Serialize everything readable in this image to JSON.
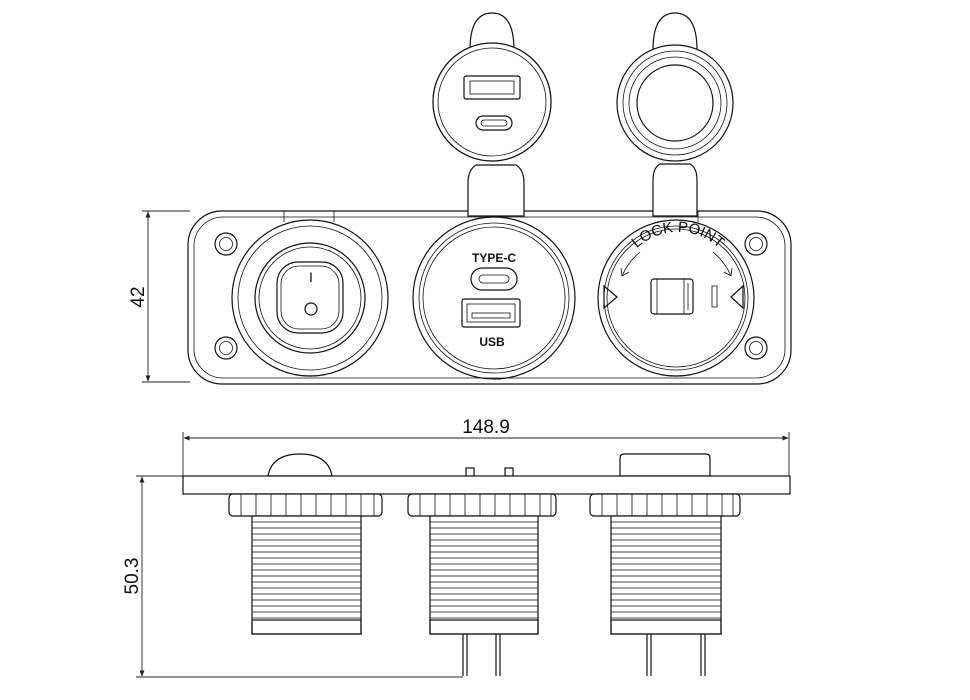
{
  "dimensions": {
    "height_front": "42",
    "width_total": "148.9",
    "height_side": "50.3"
  },
  "labels": {
    "switch_on": "I",
    "type_c": "TYPE-C",
    "usb": "USB",
    "lock_point": "LOCK POINT"
  }
}
